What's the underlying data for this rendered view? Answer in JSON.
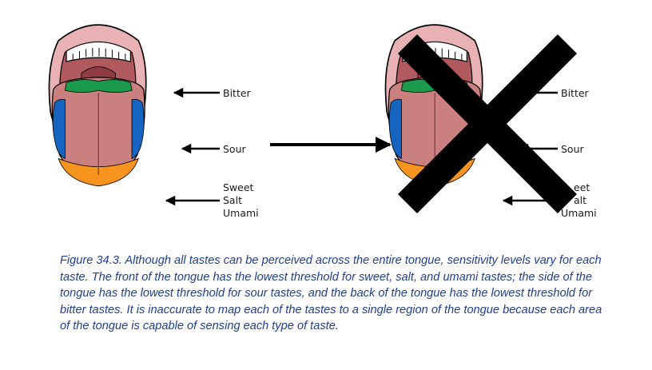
{
  "labels": {
    "bitter": "Bitter",
    "sour": "Sour",
    "sweet": "Sweet",
    "salt": "Salt",
    "umami": "Umami"
  },
  "right_labels": {
    "bitter": "Bitter",
    "sour": "Sour",
    "sweet": "eet",
    "salt": "alt",
    "umami": "Umami"
  },
  "caption": "Figure 34.3. Although all tastes can be perceived across the entire tongue, sensitivity levels vary for each taste. The front of the tongue has the lowest threshold for sweet, salt, and umami tastes; the side of the tongue has the lowest threshold for sour tastes, and the back of the tongue has the lowest threshold for bitter tastes. It is inaccurate to map each of the tastes to a single region of the tongue because each area of the tongue is capable of sensing each type of taste.",
  "colors": {
    "bitter_region": "#1a9a4a",
    "sour_region": "#1565c0",
    "sweet_region": "#f7941d",
    "tongue": "#c9807f",
    "mouth_interior": "#b05a5e",
    "lips": "#e8b2b5",
    "caption_text": "#1f3f8f"
  }
}
